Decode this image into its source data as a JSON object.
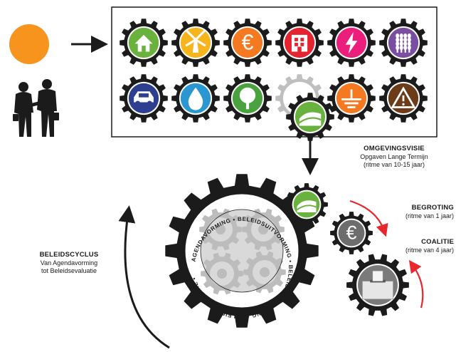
{
  "colors": {
    "gear": "#1b1b1b",
    "gear_inactive": "#bfbfbf",
    "sun": "#f7941d",
    "arrow_red": "#e8262c",
    "landscape": "#6ab23e",
    "euro": "#f47920",
    "euro_grey": "#6d6d6d",
    "house": "#6ab23e",
    "windmill": "#f7b51d",
    "building": "#e42430",
    "energy": "#ec1e7b",
    "agriculture": "#7a4ea0",
    "car": "#2d3f8e",
    "water": "#2a97d3",
    "tree": "#4aa23e",
    "ground": "#f47920",
    "warning": "#6b3b1a"
  },
  "theme_gears": [
    {
      "icon": "house-icon",
      "color_key": "house"
    },
    {
      "icon": "windmill-icon",
      "color_key": "windmill"
    },
    {
      "icon": "euro-icon",
      "color_key": "euro"
    },
    {
      "icon": "building-icon",
      "color_key": "building"
    },
    {
      "icon": "lightning-icon",
      "color_key": "energy"
    },
    {
      "icon": "wheat-icon",
      "color_key": "agriculture"
    },
    {
      "icon": "car-icon",
      "color_key": "car"
    },
    {
      "icon": "water-drop-icon",
      "color_key": "water"
    },
    {
      "icon": "tree-icon",
      "color_key": "tree"
    },
    {
      "icon": "landscape-icon",
      "color_key": "landscape"
    },
    {
      "icon": "ground-icon",
      "color_key": "ground"
    },
    {
      "icon": "warning-icon",
      "color_key": "warning"
    }
  ],
  "omgevingsvisie": {
    "title": "OMGEVINGSVISIE",
    "line1": "Opgaven Lange Termijn",
    "line2": "(ritme van 10-15 jaar)"
  },
  "begroting": {
    "title": "BEGROTING",
    "line1": "(ritme van 1 jaar)"
  },
  "coalitie": {
    "title": "COALITIE",
    "line1": "(ritme van 4 jaar)"
  },
  "beleidscyclus": {
    "title": "BELEIDSCYCLUS",
    "line1": "Van Agendavorming",
    "line2": "tot Beleidsevaluatie"
  },
  "big_gear_ring": [
    "AGENDAVORMING",
    "BELEIDSUITVORMING",
    "BELEIDSUITVOERING",
    "BELEIDSEVALUATIE"
  ]
}
